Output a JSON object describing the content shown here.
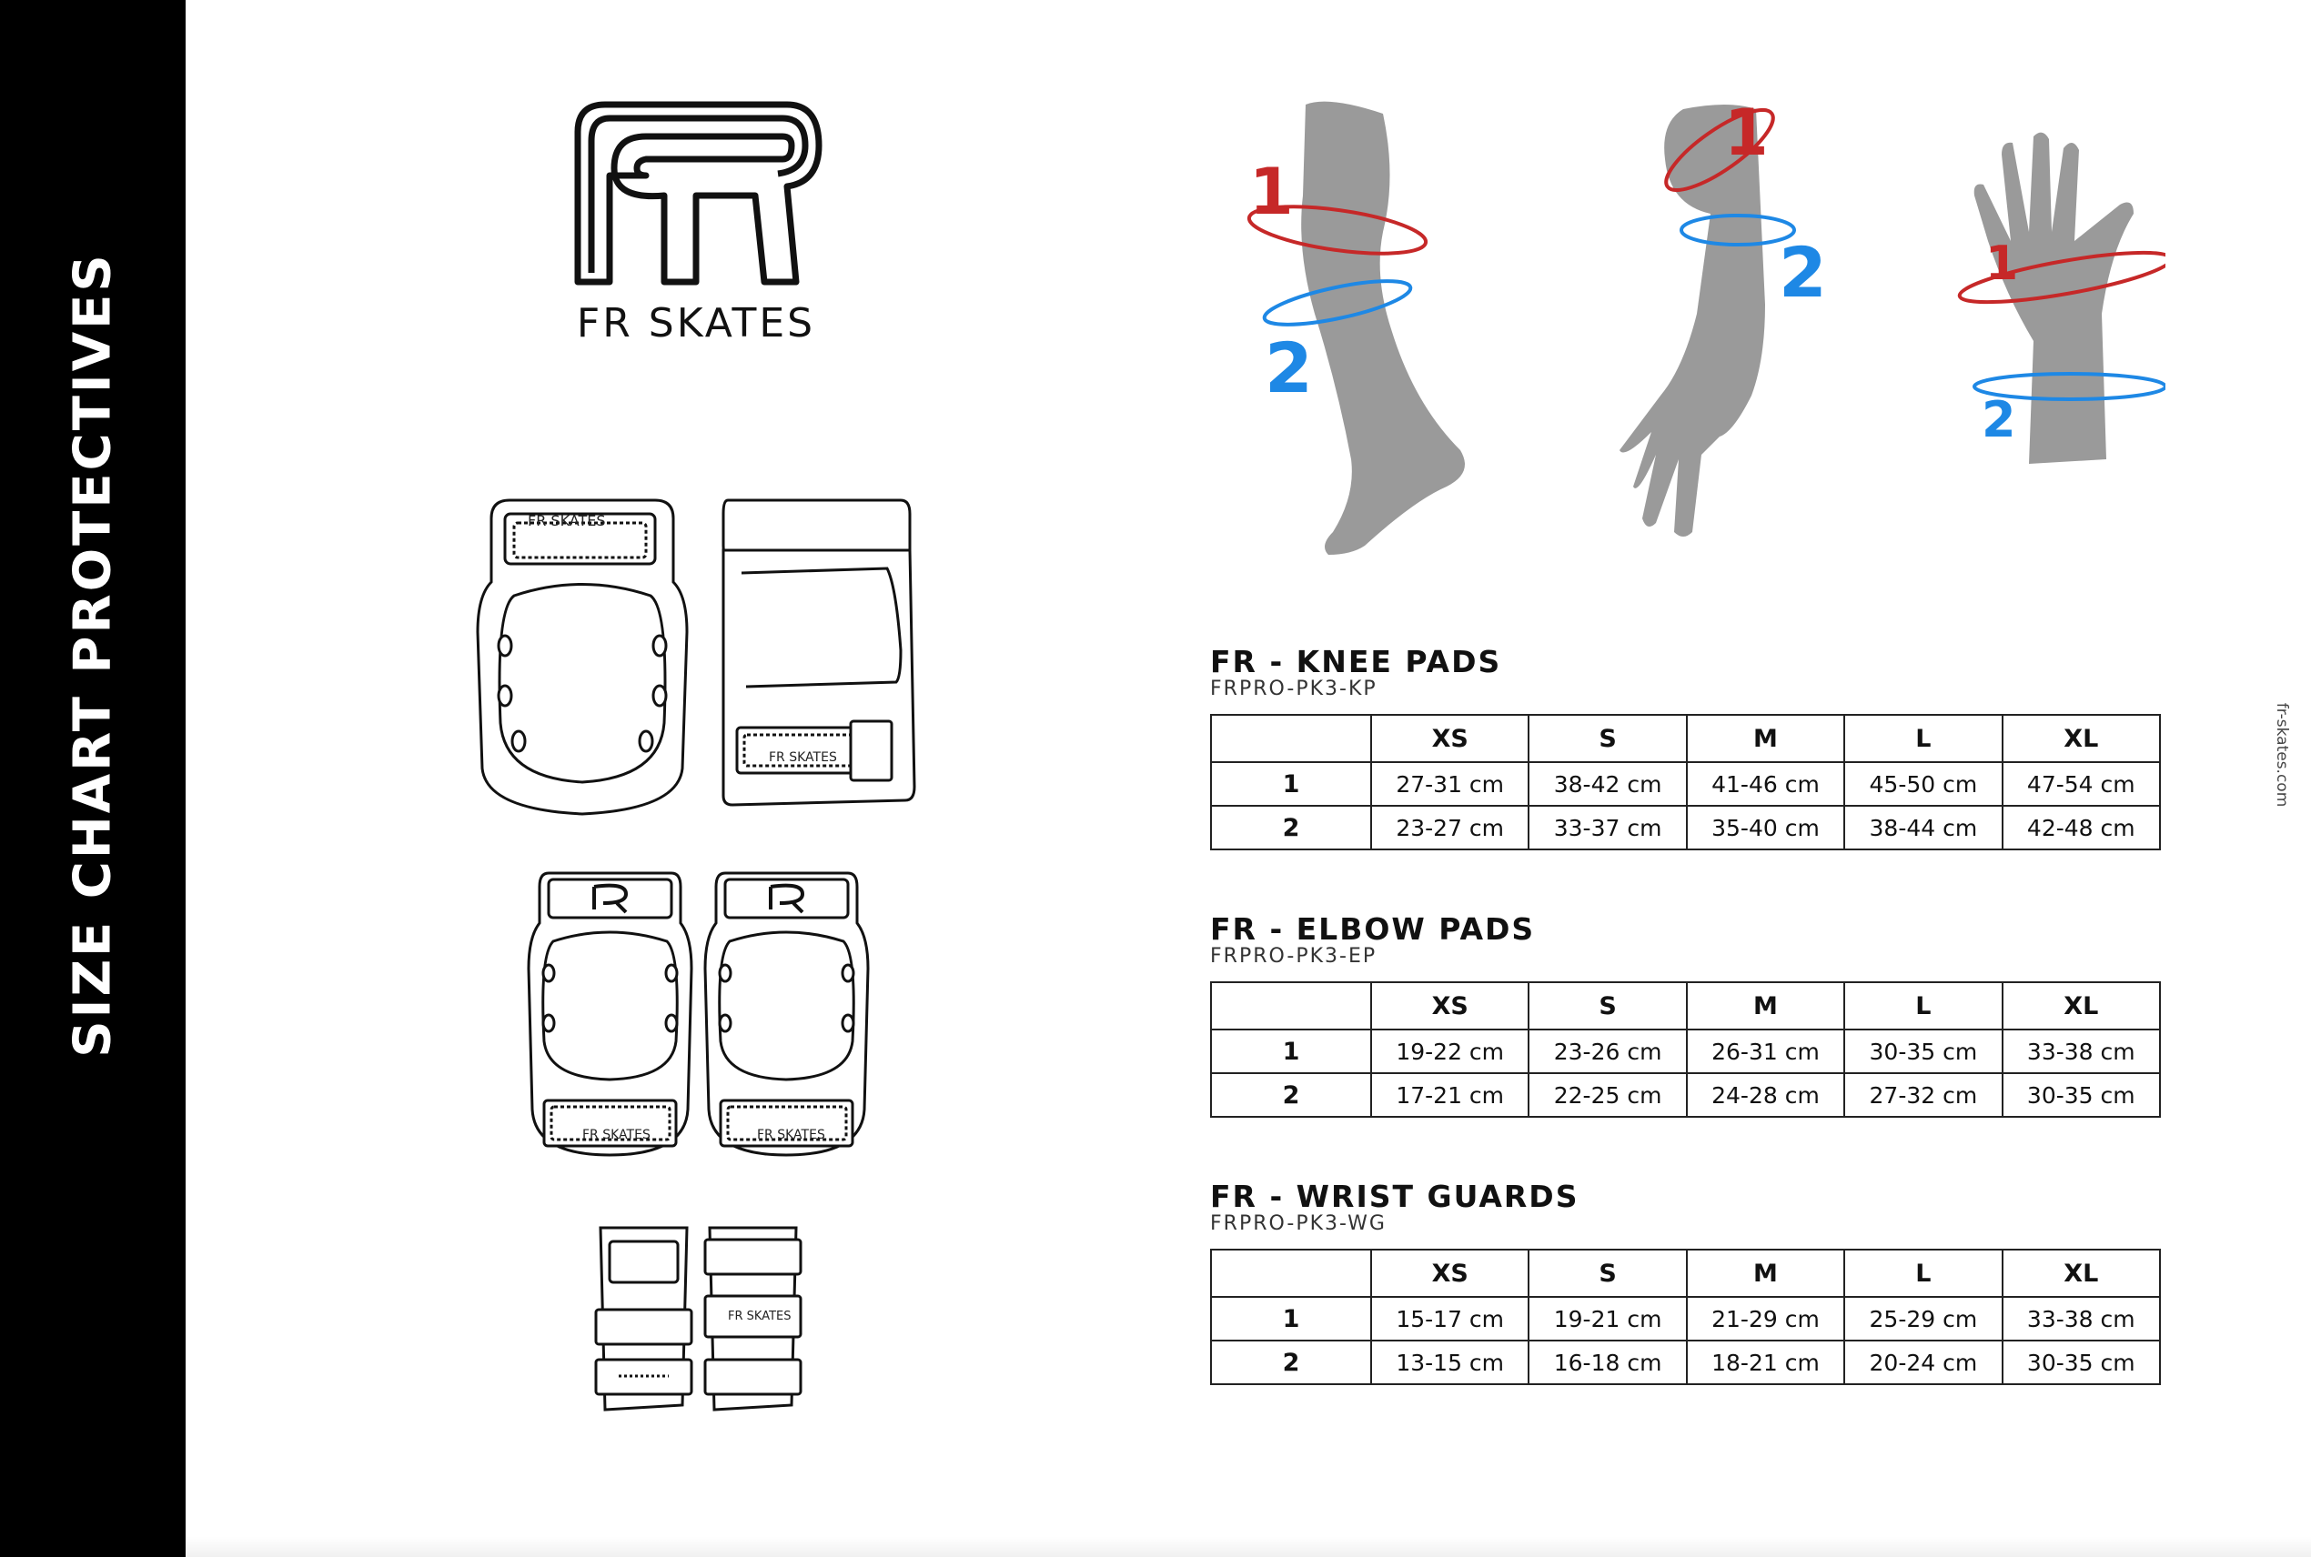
{
  "sidebar": {
    "title": "SIZE CHART PROTECTIVES"
  },
  "brand": {
    "name": "FR SKATES",
    "url": "fr-skates.com",
    "strap_label": "FR SKATES"
  },
  "colors": {
    "sidebar": "#000000",
    "marker_1": "#c62828",
    "marker_2": "#1e88e5",
    "figure_fill": "#9a9a9a"
  },
  "markers": {
    "one": "1",
    "two": "2"
  },
  "illustrations": [
    "knee-pad-front",
    "knee-pad-back",
    "elbow-pad-left",
    "elbow-pad-right",
    "wrist-guard-front",
    "wrist-guard-back",
    "leg-figure",
    "arm-figure",
    "hand-figure"
  ],
  "sections": [
    {
      "title": "FR - KNEE PADS",
      "code": "FRPRO-PK3-KP",
      "columns": [
        "XS",
        "S",
        "M",
        "L",
        "XL"
      ],
      "rows": [
        {
          "label": "1",
          "values": [
            "27-31 cm",
            "38-42 cm",
            "41-46 cm",
            "45-50 cm",
            "47-54 cm"
          ]
        },
        {
          "label": "2",
          "values": [
            "23-27 cm",
            "33-37 cm",
            "35-40 cm",
            "38-44 cm",
            "42-48 cm"
          ]
        }
      ]
    },
    {
      "title": "FR - ELBOW PADS",
      "code": "FRPRO-PK3-EP",
      "columns": [
        "XS",
        "S",
        "M",
        "L",
        "XL"
      ],
      "rows": [
        {
          "label": "1",
          "values": [
            "19-22 cm",
            "23-26 cm",
            "26-31 cm",
            "30-35 cm",
            "33-38 cm"
          ]
        },
        {
          "label": "2",
          "values": [
            "17-21 cm",
            "22-25 cm",
            "24-28 cm",
            "27-32 cm",
            "30-35 cm"
          ]
        }
      ]
    },
    {
      "title": "FR - WRIST GUARDS",
      "code": "FRPRO-PK3-WG",
      "columns": [
        "XS",
        "S",
        "M",
        "L",
        "XL"
      ],
      "rows": [
        {
          "label": "1",
          "values": [
            "15-17 cm",
            "19-21 cm",
            "21-29 cm",
            "25-29 cm",
            "33-38 cm"
          ]
        },
        {
          "label": "2",
          "values": [
            "13-15 cm",
            "16-18 cm",
            "18-21 cm",
            "20-24 cm",
            "30-35 cm"
          ]
        }
      ]
    }
  ]
}
